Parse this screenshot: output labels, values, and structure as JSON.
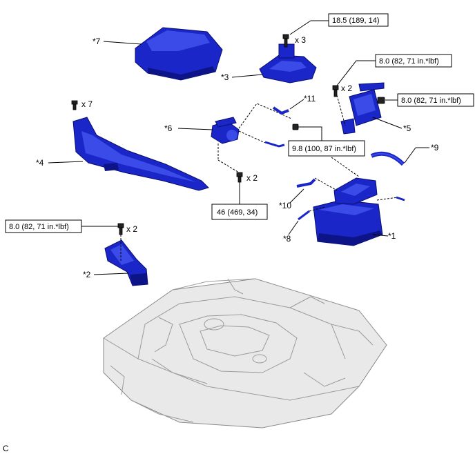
{
  "parts": {
    "p1": "*1",
    "p2": "*2",
    "p3": "*3",
    "p4": "*4",
    "p5": "*5",
    "p6": "*6",
    "p7": "*7",
    "p8": "*8",
    "p9": "*9",
    "p10": "*10",
    "p11": "*11"
  },
  "quantities": {
    "q3": "x 3",
    "q7": "x 7",
    "q2_upper": "x 2",
    "q2_center": "x 2",
    "q2_left": "x 2"
  },
  "torques": {
    "t1": "18.5 (189, 14)",
    "t2": "8.0 (82, 71 in.*lbf)",
    "t3": "8.0 (82, 71 in.*lbf)",
    "t4": "9.8 (100, 87 in.*lbf)",
    "t5": "46 (469, 34)",
    "t6": "8.0 (82, 71 in.*lbf)"
  },
  "figure_code": "C",
  "colors": {
    "part_blue": "#1a26c8",
    "engine_gray": "#9a9a9a"
  }
}
